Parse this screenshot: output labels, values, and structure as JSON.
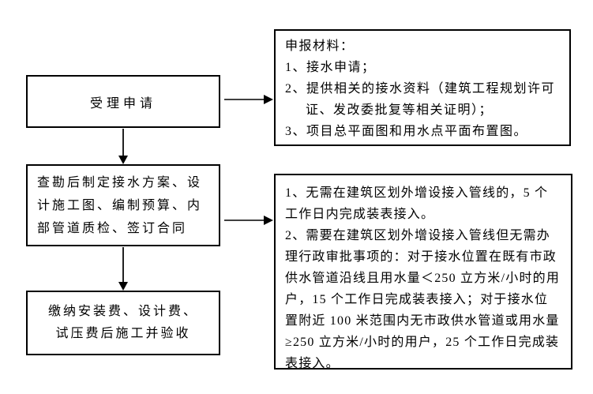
{
  "flow": {
    "steps": [
      {
        "label": "受理申请"
      },
      {
        "label": "查勘后制定接水方案、设\n计施工图、编制预算、内\n部管道质检、签订合同"
      },
      {
        "label": "缴纳安装费、设计费、\n试压费后施工并验收"
      }
    ],
    "notes": [
      {
        "heading": "申报材料：",
        "items": [
          "1、接水申请；",
          "2、提供相关的接水资料（建筑工程规划许可证、发改委批复等相关证明）；",
          "3、项目总平面图和用水点平面布置图。"
        ]
      },
      {
        "paragraphs": [
          "1、无需在建筑区划外增设接入管线的，5 个工作日内完成装表接入。",
          "2、需要在建筑区划外增设接入管线但无需办理行政审批事项的：对于接水位置在既有市政供水管道沿线且用水量＜250 立方米/小时的用户，15 个工作日完成装表接入；对于接水位置附近 100 米范围内无市政供水管道或用水量≥250 立方米/小时的用户，25 个工作日完成装表接入。"
        ]
      }
    ]
  },
  "colors": {
    "border": "#000000",
    "text": "#000000",
    "background": "#ffffff",
    "arrow_shaft": "#404040",
    "arrow_head": "#000000"
  }
}
